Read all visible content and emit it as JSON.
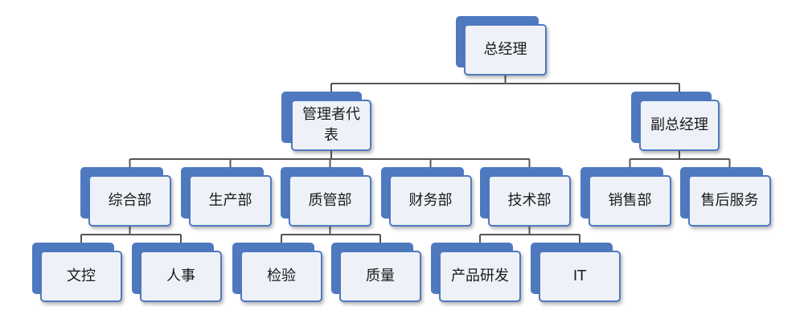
{
  "org_chart": {
    "nodes": {
      "ceo": "总经理",
      "mgmt_rep": "管理者代表",
      "vice_ceo": "副总经理",
      "general_dept": "综合部",
      "production_dept": "生产部",
      "quality_dept": "质管部",
      "finance_dept": "财务部",
      "tech_dept": "技术部",
      "sales_dept": "销售部",
      "after_sales": "售后服务",
      "doc_control": "文控",
      "hr": "人事",
      "inspection": "检验",
      "quality": "质量",
      "product_rd": "产品研发",
      "it": "IT"
    },
    "edges": [
      [
        "ceo",
        "mgmt_rep"
      ],
      [
        "ceo",
        "vice_ceo"
      ],
      [
        "mgmt_rep",
        "general_dept"
      ],
      [
        "mgmt_rep",
        "production_dept"
      ],
      [
        "mgmt_rep",
        "quality_dept"
      ],
      [
        "mgmt_rep",
        "finance_dept"
      ],
      [
        "mgmt_rep",
        "tech_dept"
      ],
      [
        "vice_ceo",
        "sales_dept"
      ],
      [
        "vice_ceo",
        "after_sales"
      ],
      [
        "general_dept",
        "doc_control"
      ],
      [
        "general_dept",
        "hr"
      ],
      [
        "quality_dept",
        "inspection"
      ],
      [
        "quality_dept",
        "quality"
      ],
      [
        "tech_dept",
        "product_rd"
      ],
      [
        "tech_dept",
        "it"
      ]
    ],
    "colors": {
      "box_fill": "#eef2f8",
      "box_border": "#4f79bf",
      "connector": "#555555"
    }
  }
}
